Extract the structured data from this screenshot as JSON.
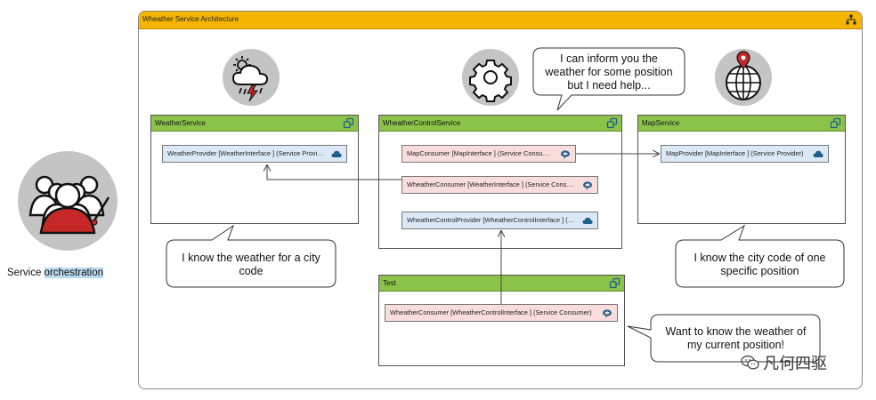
{
  "diagram": {
    "title": "Wheather Service Architecture",
    "side_label_a": "Service ",
    "side_label_b": "orchestration",
    "components": {
      "weather_service": {
        "title": "WeatherService",
        "provider": "WeatherProvider [WeatherInterface ] (Service Provider)"
      },
      "control_service": {
        "title": "WheatherControlService",
        "map_consumer": "MapConsumer [MapInterface ] (Service Consumer)",
        "weather_consumer": "WheatherConsumer [WeatherInterface ] (Service Consumer)",
        "control_provider": "WheatherControlProvider [WheatherControlInterface ] (Service Provider)"
      },
      "map_service": {
        "title": "MapService",
        "provider": "MapProvider [MapInterface ] (Service Provider)"
      },
      "test": {
        "title": "Test",
        "consumer": "WheatherConsumer [WheatherControlInterface ] (Service Consumer)"
      }
    },
    "callouts": {
      "control": [
        "I can inform you the",
        "weather for some position",
        "but I need help..."
      ],
      "weather": [
        "I know the weather for a city",
        "code"
      ],
      "map": [
        "I know the city code of one",
        "specific position"
      ],
      "test": [
        "Want to know the weather of",
        "my current position!"
      ]
    },
    "watermark": "凡何四驱",
    "colors": {
      "frame_header": "#f4b400",
      "component_header": "#8bc34a",
      "provider": "#dbe9f6",
      "consumer": "#f9dcdc",
      "icon_circle": "#c4c4c4"
    }
  }
}
